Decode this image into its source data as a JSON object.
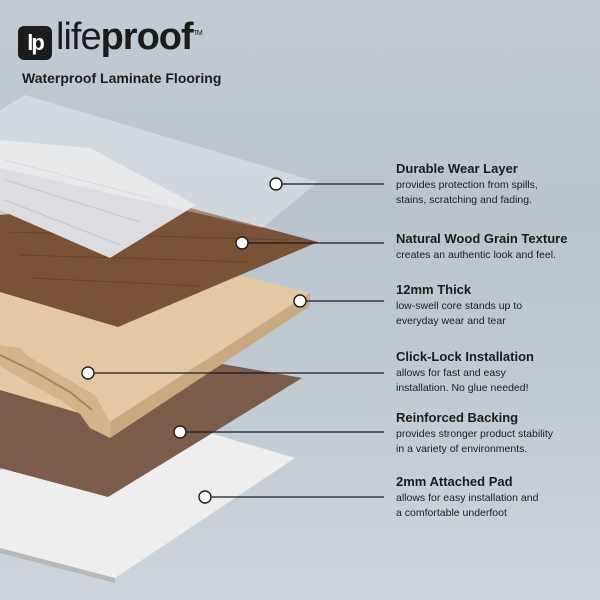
{
  "brand": {
    "logo_mark": "lp",
    "wordmark_light": "life",
    "wordmark_bold": "proof",
    "trademark": "TM"
  },
  "subtitle": "Waterproof Laminate Flooring",
  "callouts": [
    {
      "title": "Durable Wear Layer",
      "line1": "provides protection from spills,",
      "line2": "stains, scratching and fading."
    },
    {
      "title": "Natural Wood Grain Texture",
      "line1": "creates an authentic look and feel.",
      "line2": ""
    },
    {
      "title": "12mm Thick",
      "line1": "low-swell core stands up to",
      "line2": "everyday wear and tear"
    },
    {
      "title": "Click-Lock Installation",
      "line1": "allows for fast and easy",
      "line2": "installation. No glue needed!"
    },
    {
      "title": "Reinforced Backing",
      "line1": "provides stronger product stability",
      "line2": "in a variety of environments."
    },
    {
      "title": "2mm Attached Pad",
      "line1": "allows for easy installation and",
      "line2": "a comfortable underfoot"
    }
  ],
  "colors": {
    "wear_layer": "#d6dde2",
    "wood_grain": "#7a5236",
    "core": "#e2c9a4",
    "backing": "#7b5d4b",
    "pad": "#eeeeee",
    "text": "#1c1c1c"
  }
}
